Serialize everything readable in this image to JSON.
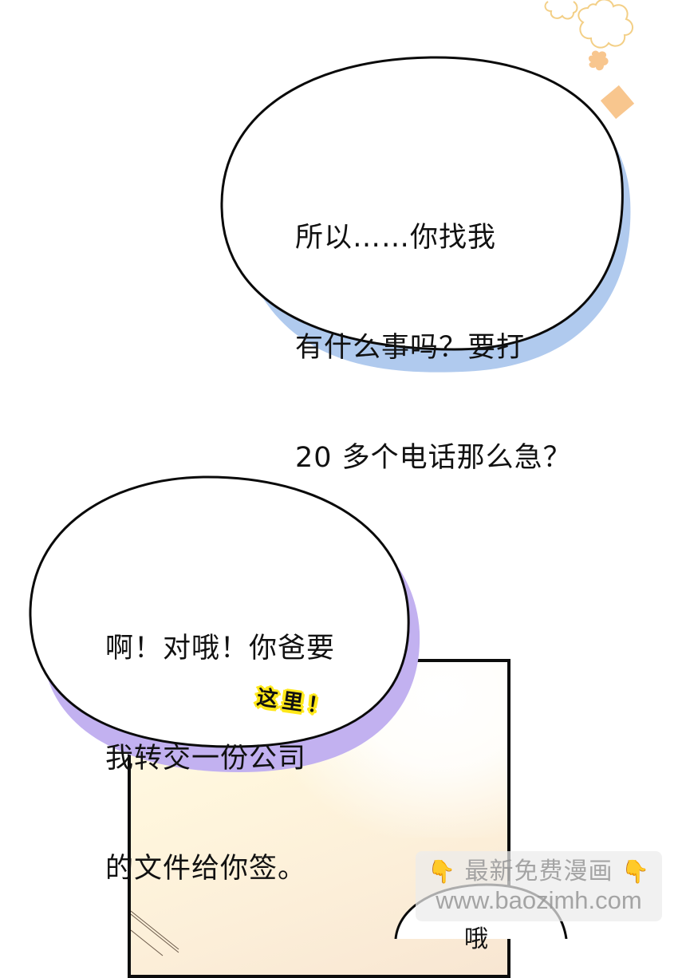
{
  "page": {
    "background": "#ffffff"
  },
  "decorations": {
    "flower_outline_color": "#f3cf86",
    "flower_fill_color": "#f8c68e",
    "diamond_color": "#f8c68e"
  },
  "bubble_top": {
    "shadow_color": "#b0caee",
    "lines": [
      "所以……你找我",
      "有什么事吗？要打",
      "20 多个电话那么急？"
    ]
  },
  "bubble_bottom": {
    "shadow_color": "#c2b1f0",
    "lines": [
      "啊！对哦！你爸要",
      "我转交一份公司",
      "的文件给你签。"
    ]
  },
  "sfx": {
    "text": "这里！",
    "highlight_color": "#ffe81a"
  },
  "bubble_partial": {
    "text": "哦"
  },
  "watermark": {
    "line1": "最新免费漫画",
    "line2": "www.baozimh.com",
    "hand_icon": "👇"
  }
}
